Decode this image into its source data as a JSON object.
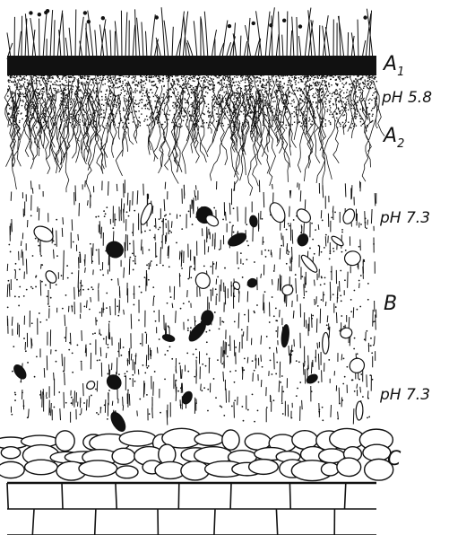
{
  "horizons": [
    {
      "id": "a1",
      "letter": "A",
      "sub": "1"
    },
    {
      "id": "a2",
      "letter": "A",
      "sub": "2"
    },
    {
      "id": "b",
      "letter": "B",
      "sub": ""
    },
    {
      "id": "c",
      "letter": "C",
      "sub": ""
    }
  ],
  "ph_labels": [
    "pH 5.8",
    "pH 7.3",
    "pH 7.3"
  ],
  "colors": {
    "ink": "#111111",
    "paper": "#ffffff"
  }
}
